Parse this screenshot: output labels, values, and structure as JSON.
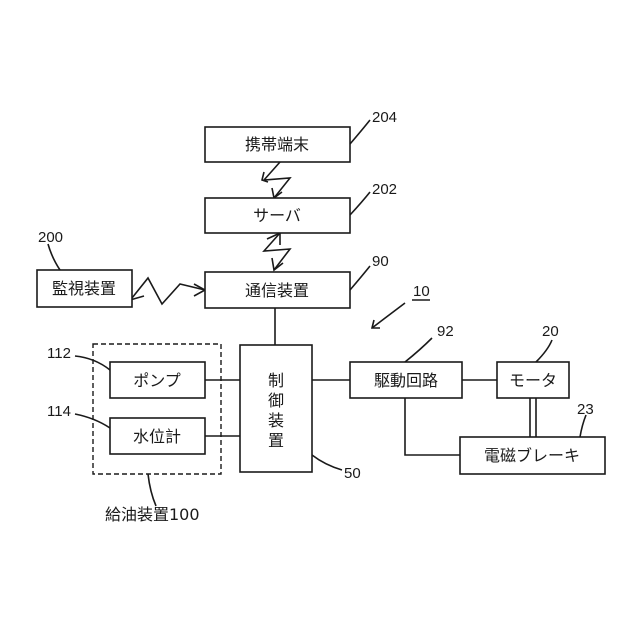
{
  "blocks": {
    "mobile_terminal": "携帯端末",
    "server": "サーバ",
    "monitor_device": "監視装置",
    "comm_device": "通信装置",
    "pump": "ポンプ",
    "water_level": "水位計",
    "controller": [
      "制",
      "御",
      "装",
      "置"
    ],
    "drive_circuit": "駆動回路",
    "motor": "モータ",
    "brake": "電磁ブレーキ"
  },
  "refs": {
    "r204": "204",
    "r202": "202",
    "r200": "200",
    "r90": "90",
    "r10": "10",
    "r92": "92",
    "r20": "20",
    "r112": "112",
    "r114": "114",
    "r23": "23",
    "r50": "50",
    "fuel_label": "給油装置100"
  }
}
